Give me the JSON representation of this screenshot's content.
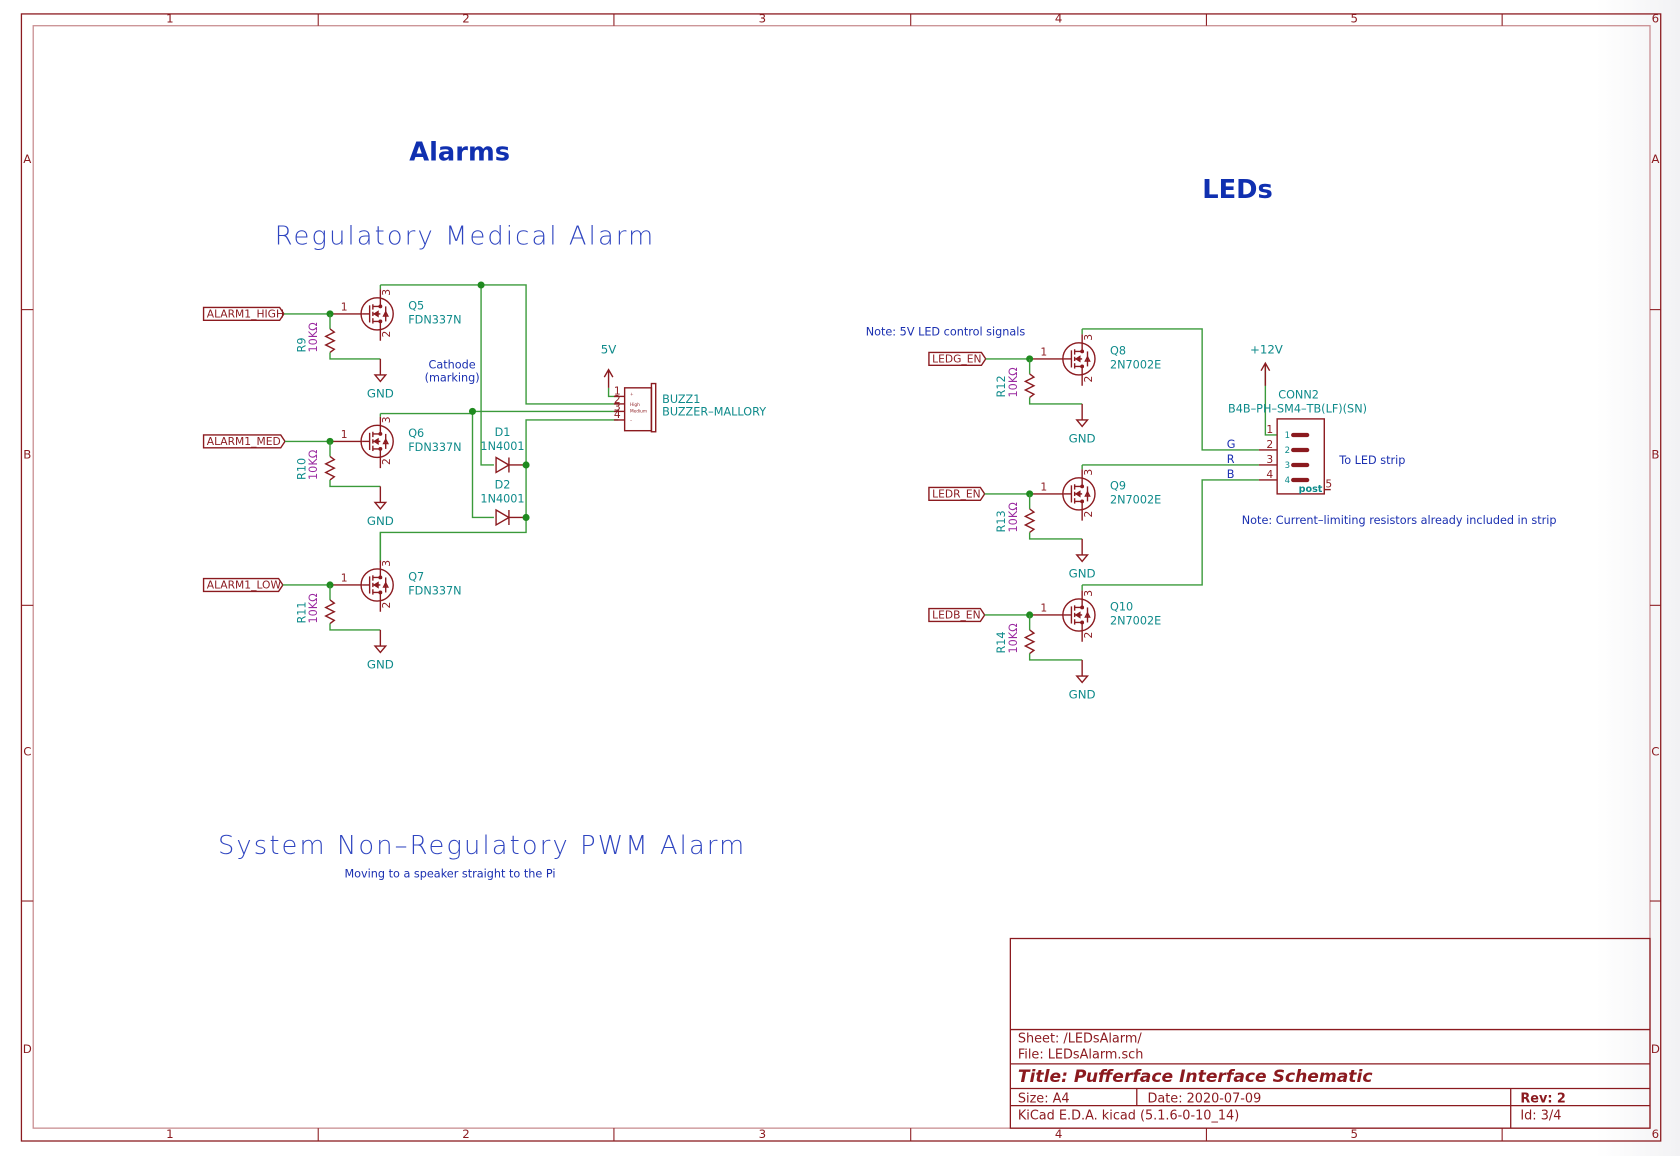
{
  "sheet": {
    "columns": [
      "1",
      "2",
      "3",
      "4",
      "5",
      "6"
    ],
    "rows": [
      "A",
      "B",
      "C",
      "D"
    ]
  },
  "headings": {
    "alarms": "Alarms",
    "leds": "LEDs",
    "regulatory": "Regulatory Medical Alarm",
    "non_regulatory": "System Non–Regulatory PWM Alarm",
    "non_regulatory_note": "Moving to a speaker straight to the Pi"
  },
  "alarm_section": {
    "labels": [
      "ALARM1_HIGH",
      "ALARM1_MED",
      "ALARM1_LOW"
    ],
    "transistors": [
      {
        "ref": "Q5",
        "value": "FDN337N"
      },
      {
        "ref": "Q6",
        "value": "FDN337N"
      },
      {
        "ref": "Q7",
        "value": "FDN337N"
      }
    ],
    "resistors": [
      {
        "ref": "R9",
        "value": "10KΩ"
      },
      {
        "ref": "R10",
        "value": "10KΩ"
      },
      {
        "ref": "R11",
        "value": "10KΩ"
      }
    ],
    "diodes": [
      {
        "ref": "D1",
        "value": "1N4001"
      },
      {
        "ref": "D2",
        "value": "1N4001"
      }
    ],
    "cathode_note_line1": "Cathode",
    "cathode_note_line2": "(marking)",
    "power_5v": "5V",
    "buzzer": {
      "ref": "BUZZ1",
      "value": "BUZZER–MALLORY",
      "pins": [
        "1",
        "2",
        "3",
        "4"
      ],
      "inner_plus": "+",
      "inner_high": "High",
      "inner_medium": "Medium",
      "inner_minus": "–"
    },
    "gnd": "GND"
  },
  "led_section": {
    "note_signals": "Note: 5V LED control signals",
    "labels": [
      "LEDG_EN",
      "LEDR_EN",
      "LEDB_EN"
    ],
    "transistors": [
      {
        "ref": "Q8",
        "value": "2N7002E"
      },
      {
        "ref": "Q9",
        "value": "2N7002E"
      },
      {
        "ref": "Q10",
        "value": "2N7002E"
      }
    ],
    "resistors": [
      {
        "ref": "R12",
        "value": "10KΩ"
      },
      {
        "ref": "R13",
        "value": "10KΩ"
      },
      {
        "ref": "R14",
        "value": "10KΩ"
      }
    ],
    "power_12v": "+12V",
    "connector": {
      "ref": "CONN2",
      "value": "B4B–PH–SM4–TB(LF)(SN)",
      "pins": [
        "1",
        "2",
        "3",
        "4"
      ],
      "post_label": "post",
      "post_pin": "5"
    },
    "net_letters": [
      "G",
      "R",
      "B"
    ],
    "strip_note": "To LED strip",
    "resistor_note": "Note: Current–limiting resistors already included in strip",
    "gnd": "GND"
  },
  "pin_numbers": {
    "gate": "1",
    "source": "2",
    "drain": "3"
  },
  "title_block": {
    "sheet": "Sheet: /LEDsAlarm/",
    "file": "File: LEDsAlarm.sch",
    "title": "Title: Pufferface Interface Schematic",
    "size": "Size: A4",
    "date": "Date: 2020-07-09",
    "rev": "Rev: 2",
    "tool": "KiCad E.D.A.  kicad (5.1.6-0-10_14)",
    "id": "Id: 3/4"
  }
}
